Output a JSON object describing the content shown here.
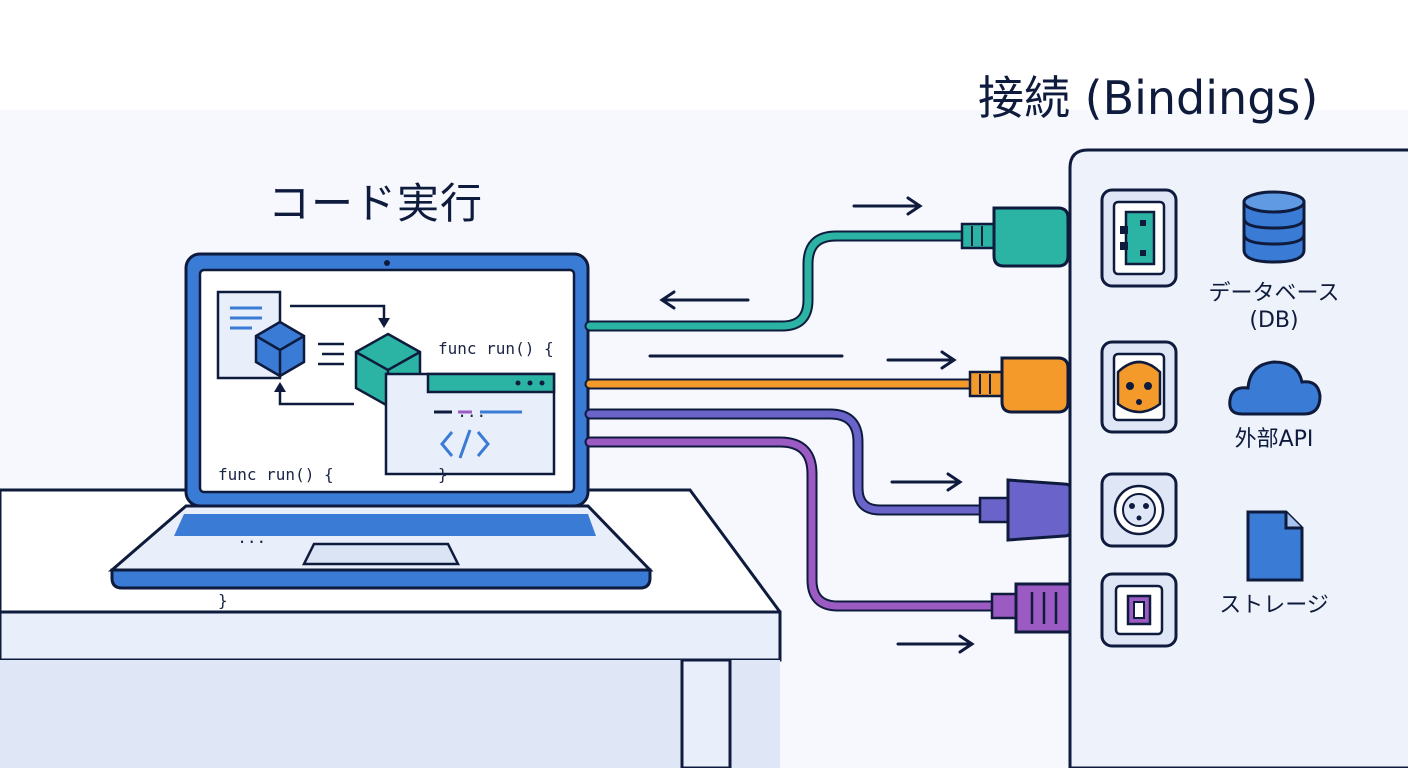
{
  "titles": {
    "code_execution": "コード実行",
    "bindings": "接続 (Bindings)"
  },
  "code_snippets": {
    "top": [
      "func run() {",
      "  ...",
      "}"
    ],
    "bottom": [
      "func run() {",
      "  ...",
      "}"
    ]
  },
  "services": [
    {
      "label_line1": "データベース",
      "label_line2": "(DB)",
      "icon": "database-icon",
      "color": "#3a7bd5"
    },
    {
      "label_line1": "外部API",
      "label_line2": "",
      "icon": "cloud-icon",
      "color": "#3a7bd5"
    },
    {
      "label_line1": "ストレージ",
      "label_line2": "",
      "icon": "file-icon",
      "color": "#3a7bd5"
    }
  ],
  "cable_colors": {
    "teal": "#2bb3a3",
    "orange": "#f39a2b",
    "indigo": "#6a63c9",
    "purple": "#9b5bc2"
  },
  "accent": "#3a7bd5"
}
